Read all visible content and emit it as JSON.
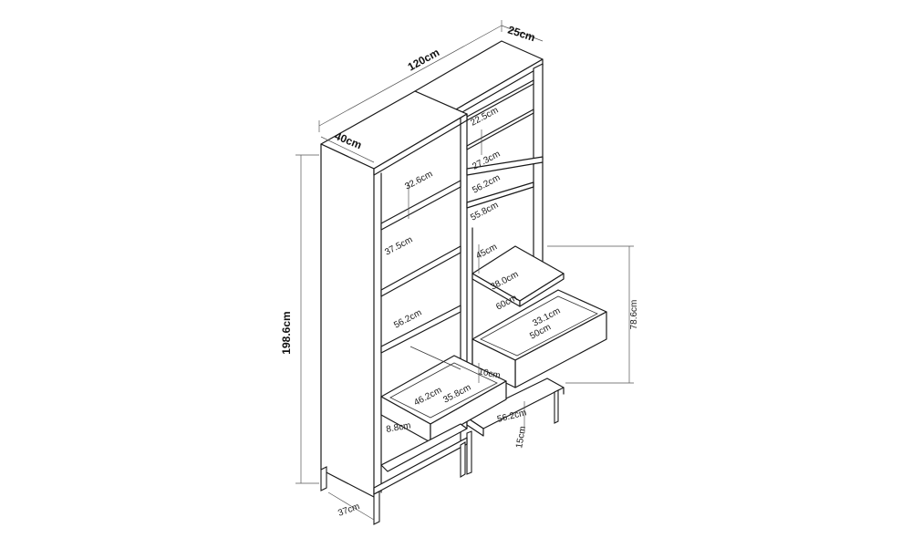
{
  "dimensions": {
    "overall_width": "120cm",
    "top_depth": "25cm",
    "side_depth": "40cm",
    "overall_height": "198.6cm",
    "right_upper_shelf_1": "22.5cm",
    "right_upper_shelf_2": "27.3cm",
    "right_upper_width": "56.2cm",
    "right_shelf_width": "55.8cm",
    "left_shelf_1": "32.6cm",
    "left_shelf_2": "37.5cm",
    "left_shelf_3": "56.2cm",
    "pullout_height": "45cm",
    "pullout_depth": "38.0cm",
    "pullout_width": "60cm",
    "right_drawer_depth": "33.1cm",
    "right_drawer_width": "50cm",
    "right_drawer_front": "10cm",
    "right_section_height": "78.6cm",
    "left_drawer_width": "46.2cm",
    "left_drawer_depth": "35.8cm",
    "left_drawer_height": "8.8cm",
    "bottom_width": "56.2cm",
    "leg_height_right": "15cm",
    "leg_height_left": "37cm"
  }
}
